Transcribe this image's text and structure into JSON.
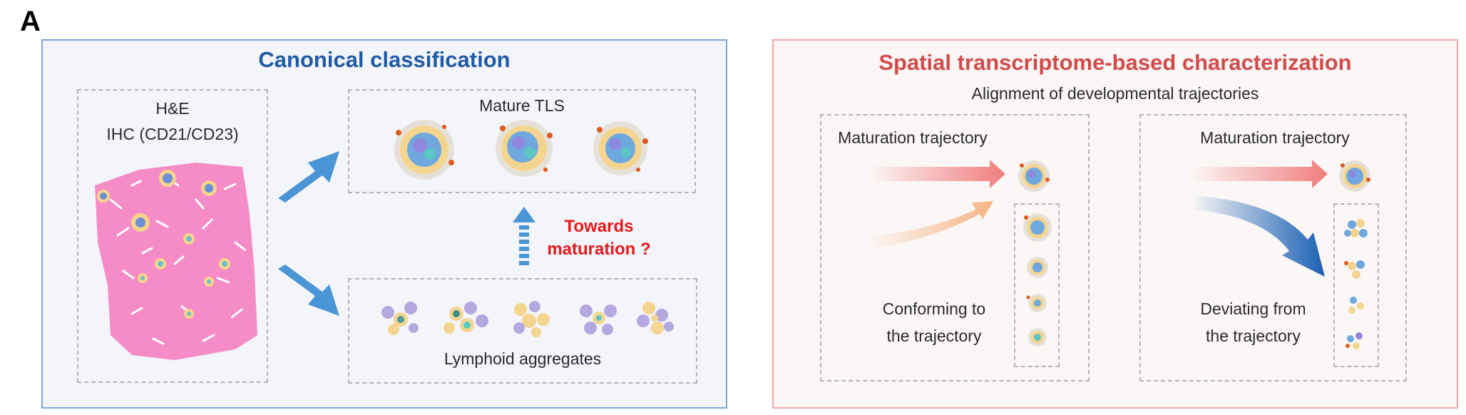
{
  "panel_label": "A",
  "left": {
    "title": "Canonical classification",
    "stain_label_1": "H&E",
    "stain_label_2": "IHC (CD21/CD23)",
    "mature_label": "Mature TLS",
    "aggregates_label": "Lymphoid aggregates",
    "towards_1": "Towards",
    "towards_2": "maturation ?"
  },
  "right": {
    "title": "Spatial transcriptome-based characterization",
    "subtitle": "Alignment of developmental  trajectories",
    "left_box": {
      "heading": "Maturation trajectory",
      "caption_1": "Conforming to",
      "caption_2": "the trajectory"
    },
    "right_box": {
      "heading": "Maturation trajectory",
      "caption_1": "Deviating from",
      "caption_2": "the trajectory"
    }
  },
  "colors": {
    "left_border": "#7ea6e0",
    "right_border": "#f2a6a6",
    "tissue": "#f58cc8",
    "arrow_blue": "#4a95d6",
    "trajectory_red": "#f07d7d",
    "trajectory_orange": "#f7b483",
    "trajectory_deviation": "#1a5fb4"
  }
}
